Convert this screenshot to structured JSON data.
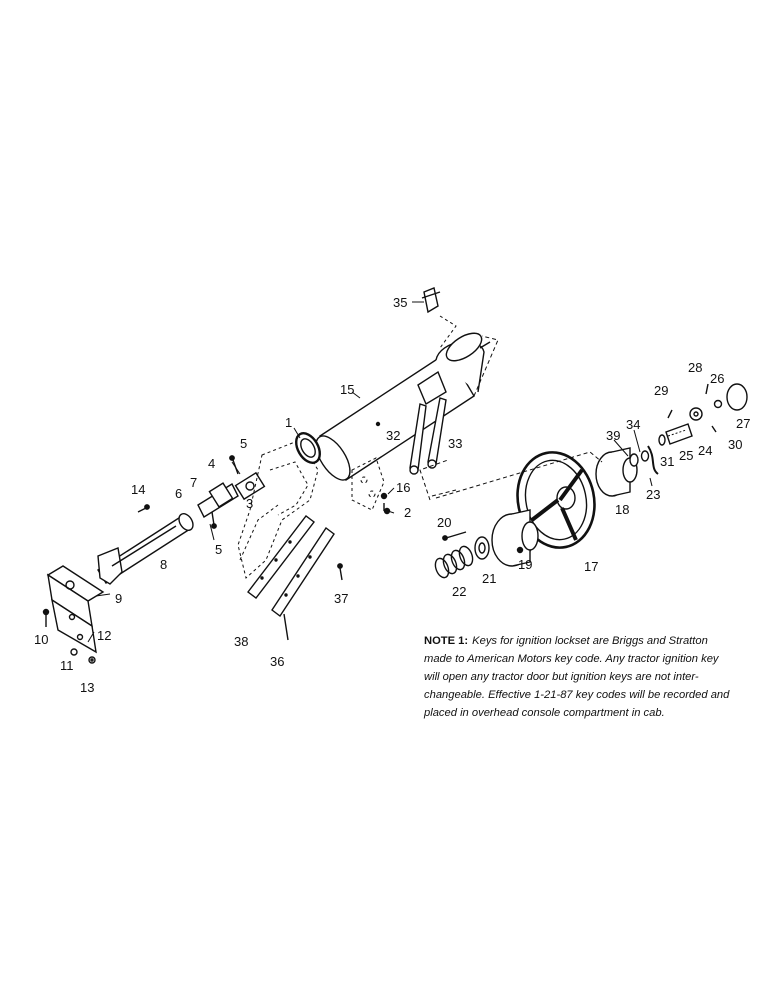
{
  "parts": {
    "p1": "1",
    "p2": "2",
    "p3": "3",
    "p4": "4",
    "p5a": "5",
    "p5b": "5",
    "p6": "6",
    "p7": "7",
    "p8": "8",
    "p9": "9",
    "p10": "10",
    "p11": "11",
    "p12": "12",
    "p13": "13",
    "p14": "14",
    "p15": "15",
    "p16": "16",
    "p17": "17",
    "p18": "18",
    "p19": "19",
    "p20": "20",
    "p21": "21",
    "p22": "22",
    "p23": "23",
    "p24": "24",
    "p25": "25",
    "p26": "26",
    "p27": "27",
    "p28": "28",
    "p29": "29",
    "p30": "30",
    "p31": "31",
    "p32": "32",
    "p33": "33",
    "p34": "34",
    "p35": "35",
    "p36": "36",
    "p37": "37",
    "p38": "38",
    "p39": "39"
  },
  "note": {
    "title": "NOTE 1:",
    "lines": [
      "Keys for ignition lockset are Briggs and Stratton",
      "made to American Motors key code. Any tractor ignition key",
      "will open any tractor door but ignition keys are not inter-",
      "changeable. Effective 1-21-87 key codes will be recorded and",
      "placed in overhead console compartment in cab."
    ]
  },
  "colors": {
    "ink": "#111111",
    "paper": "#ffffff"
  }
}
